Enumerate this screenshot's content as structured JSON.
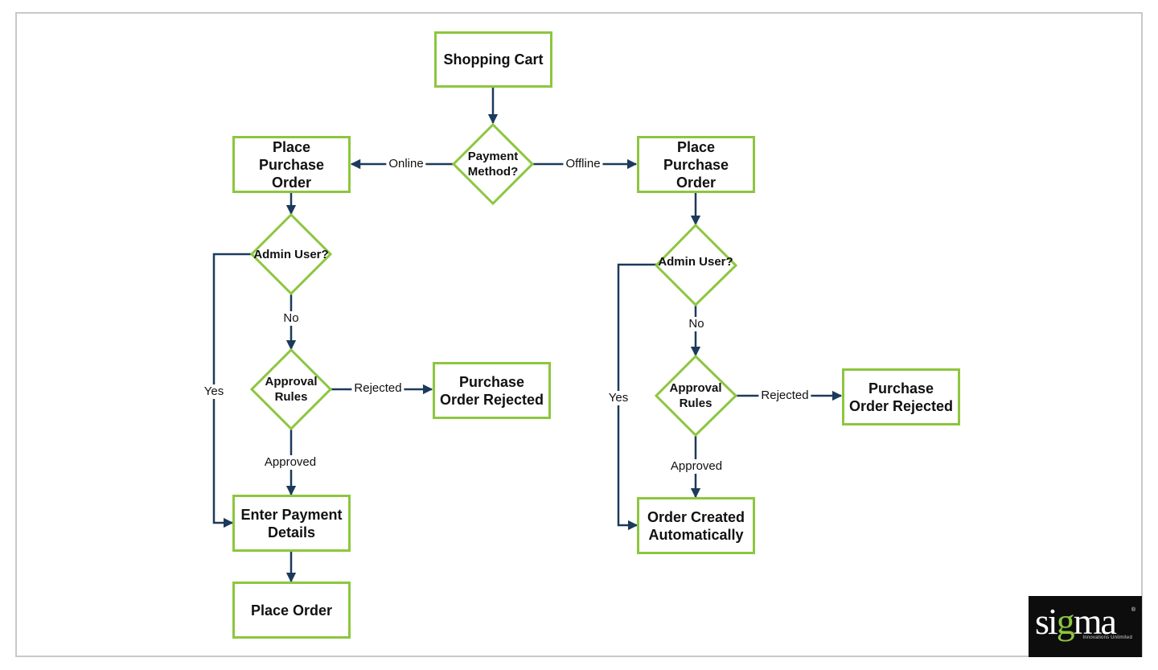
{
  "nodes": {
    "shopping_cart": "Shopping Cart",
    "payment_method": "Payment Method?",
    "left": {
      "place_po": "Place Purchase Order",
      "admin_user": "Admin User?",
      "approval_rules": "Approval Rules",
      "po_rejected": "Purchase Order Rejected",
      "enter_payment": "Enter Payment Details",
      "place_order": "Place Order"
    },
    "right": {
      "place_po": "Place Purchase Order",
      "admin_user": "Admin User?",
      "approval_rules": "Approval Rules",
      "po_rejected": "Purchase Order Rejected",
      "order_created": "Order Created Automatically"
    }
  },
  "edges": {
    "online": "Online",
    "offline": "Offline",
    "left_no": "No",
    "left_yes": "Yes",
    "left_rejected": "Rejected",
    "left_approved": "Approved",
    "right_no": "No",
    "right_yes": "Yes",
    "right_rejected": "Rejected",
    "right_approved": "Approved"
  },
  "logo": {
    "word_pre": "si",
    "word_g": "g",
    "word_post": "ma",
    "tagline": "Innovations Unlimited",
    "registered": "®"
  },
  "colors": {
    "box_border": "#8dc63f",
    "connector": "#1b3a5c",
    "frame": "#c8c8c8",
    "logo_bg": "#0d0d0d"
  }
}
